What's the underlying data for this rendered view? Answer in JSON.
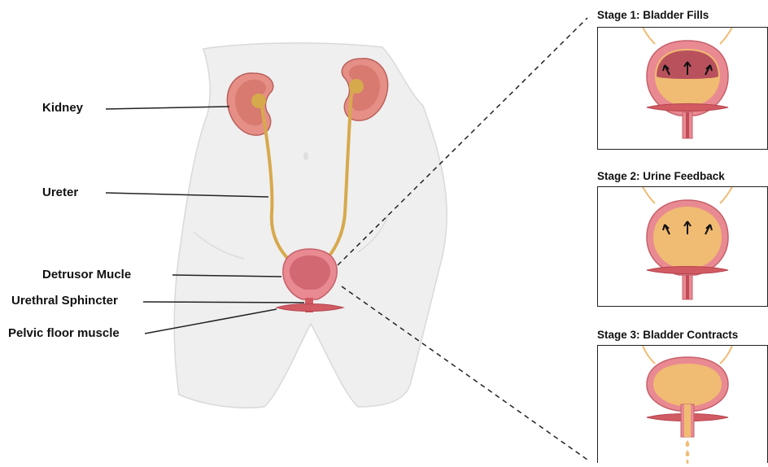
{
  "labels": {
    "kidney": "Kidney",
    "ureter": "Ureter",
    "detrusor": "Detrusor Mucle",
    "sphincter": "Urethral Sphincter",
    "pelvic_floor": "Pelvic floor muscle"
  },
  "stages": [
    {
      "title": "Stage 1: Bladder Fills"
    },
    {
      "title": "Stage 2: Urine Feedback"
    },
    {
      "title": "Stage 3: Bladder Contracts"
    }
  ],
  "colors": {
    "body_fill": "#efefef",
    "body_outline": "#d6d6d6",
    "kidney_outer": "#e58f86",
    "kidney_inner": "#c9706a",
    "ureter": "#d7a94d",
    "bladder_wall": "#e98a92",
    "bladder_dark": "#c04c58",
    "urine": "#f0bb72",
    "muscle": "#d25b63"
  }
}
